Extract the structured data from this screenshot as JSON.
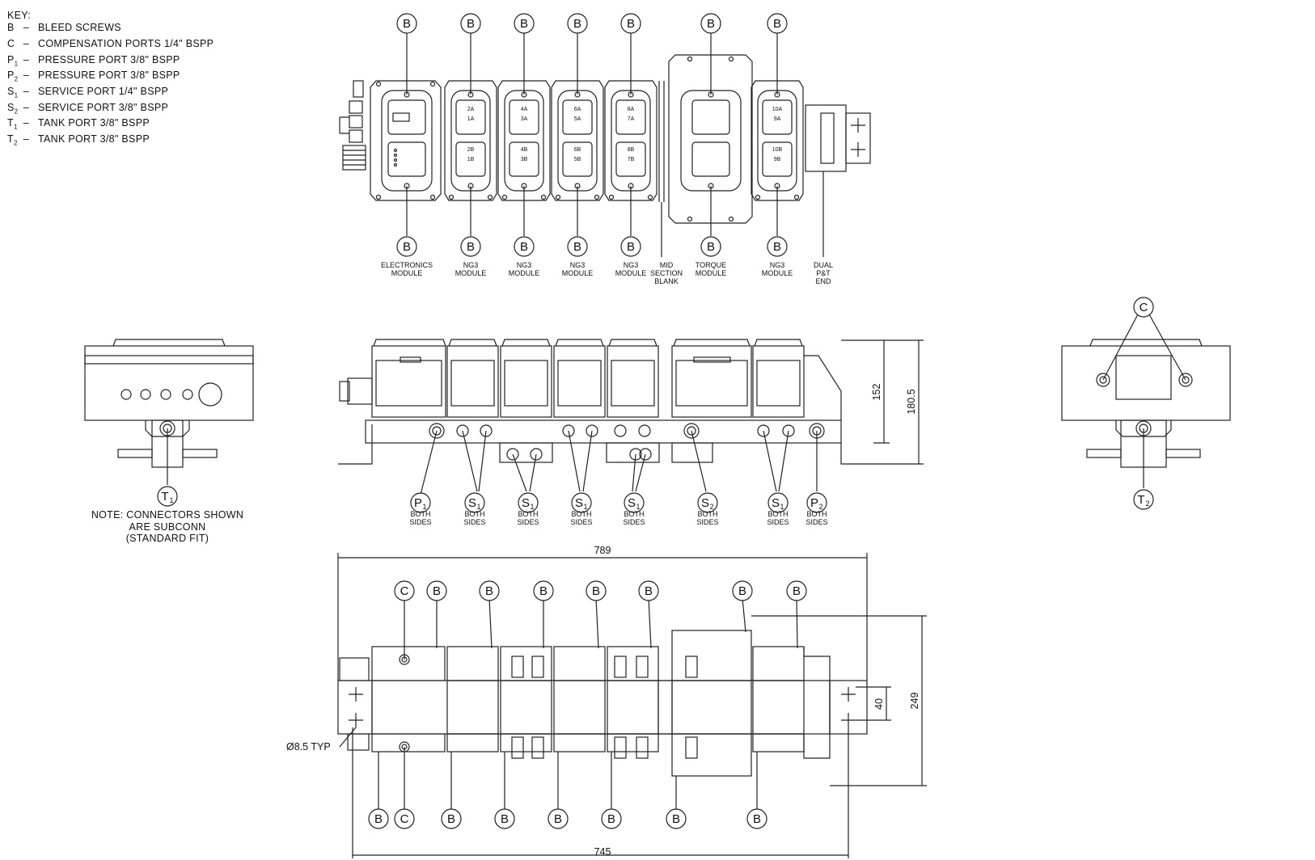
{
  "key": {
    "title": "KEY:",
    "entries": [
      {
        "sym": "B",
        "sub": "",
        "text": "BLEED SCREWS"
      },
      {
        "sym": "C",
        "sub": "",
        "text": "COMPENSATION PORTS 1/4\" BSPP"
      },
      {
        "sym": "P",
        "sub": "1",
        "text": "PRESSURE PORT 3/8\" BSPP"
      },
      {
        "sym": "P",
        "sub": "2",
        "text": "PRESSURE PORT 3/8\" BSPP"
      },
      {
        "sym": "S",
        "sub": "1",
        "text": "SERVICE PORT 1/4\" BSPP"
      },
      {
        "sym": "S",
        "sub": "2",
        "text": "SERVICE PORT 3/8\" BSPP"
      },
      {
        "sym": "T",
        "sub": "1",
        "text": "TANK PORT 3/8\" BSPP"
      },
      {
        "sym": "T",
        "sub": "2",
        "text": "TANK PORT 3/8\" BSPP"
      }
    ]
  },
  "note": {
    "line1": "NOTE: CONNECTORS SHOWN",
    "line2": "ARE SUBCONN",
    "line3": "(STANDARD FIT)"
  },
  "bubbles": {
    "bleed": "B",
    "comp": "C",
    "p1": "P",
    "p1_sub": "1",
    "p2": "P",
    "p2_sub": "2",
    "s1": "S",
    "s1_sub": "1",
    "s2": "S",
    "s2_sub": "2",
    "t1": "T",
    "t1_sub": "1",
    "t2": "T",
    "t2_sub": "2"
  },
  "module_labels": {
    "electronics": [
      "ELECTRONICS",
      "MODULE"
    ],
    "ng3": [
      "NG3",
      "MODULE"
    ],
    "mid": [
      "MID",
      "SECTION",
      "BLANK"
    ],
    "torque": [
      "TORQUE",
      "MODULE"
    ],
    "dual": [
      "DUAL",
      "P&T",
      "END"
    ]
  },
  "port_labels": [
    "1A",
    "2A",
    "1B",
    "2B",
    "3A",
    "4A",
    "3B",
    "4B",
    "5A",
    "6A",
    "5B",
    "6B",
    "7A",
    "8A",
    "7B",
    "8B",
    "9A",
    "10A",
    "9B",
    "10B"
  ],
  "both_sides": [
    "BOTH",
    "SIDES"
  ],
  "dimensions": {
    "overall_length": "789",
    "base_length": "745",
    "height_body": "152",
    "height_total": "180.5",
    "width_total": "249",
    "mount_spacing": "40",
    "hole_dia": "Ø8.5 TYP"
  }
}
